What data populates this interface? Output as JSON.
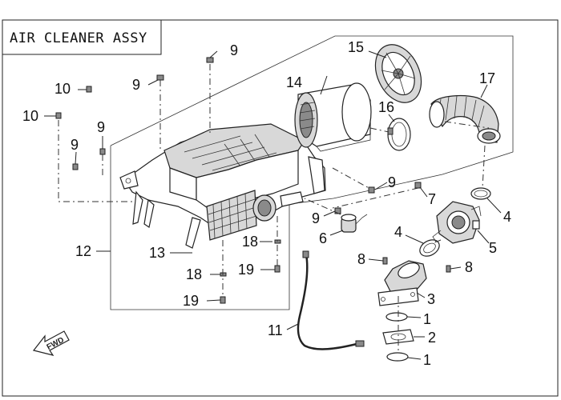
{
  "title": "AIR CLEANER ASSY",
  "direction_label": "FWD",
  "callouts": {
    "c1a": "1",
    "c1b": "1",
    "c2": "2",
    "c3": "3",
    "c4a": "4",
    "c4b": "4",
    "c5": "5",
    "c6": "6",
    "c7": "7",
    "c8a": "8",
    "c8b": "8",
    "c9a": "9",
    "c9b": "9",
    "c9c": "9",
    "c9d": "9",
    "c9e": "9",
    "c9f": "9",
    "c10a": "10",
    "c10b": "10",
    "c11": "11",
    "c12": "12",
    "c13": "13",
    "c14": "14",
    "c15": "15",
    "c16": "16",
    "c17": "17",
    "c18a": "18",
    "c18b": "18",
    "c19a": "19",
    "c19b": "19"
  }
}
